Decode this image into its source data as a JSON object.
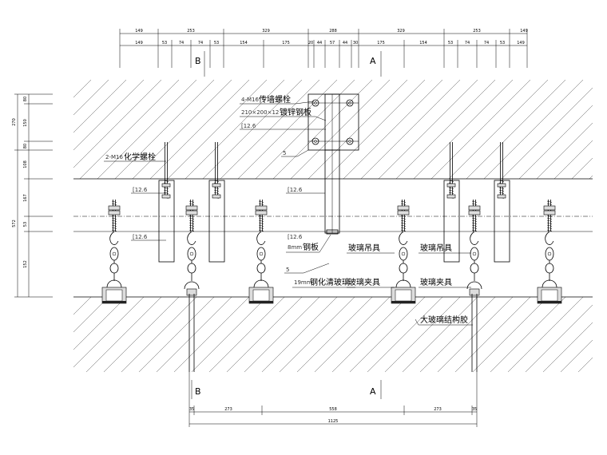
{
  "top_dims_row1": [
    "149",
    "253",
    "329",
    "288",
    "329",
    "253",
    "149"
  ],
  "top_dims_row2": [
    "149",
    "53",
    "74",
    "74",
    "53",
    "154",
    "175",
    "20",
    "44",
    "57",
    "44",
    "30",
    "175",
    "154",
    "53",
    "74",
    "74",
    "53",
    "149"
  ],
  "left_dims": [
    "80",
    "150",
    "80",
    "108",
    "167",
    "53",
    "152"
  ],
  "left_totals": [
    "270",
    "572"
  ],
  "bottom_dims": [
    "35",
    "273",
    "558",
    "273",
    "35"
  ],
  "bottom_total": "1125",
  "refs": {
    "b_top": "B",
    "a_top": "A",
    "b_bottom": "B",
    "a_bottom": "A"
  },
  "labels": {
    "wall_bolt_prefix": "4-M16",
    "wall_bolt": "传墙螺栓",
    "plate_spec": "210×200×12",
    "plate_name": "镀锌钢板",
    "channel_top": "[12.6",
    "weld_top": "5",
    "chem_bolt_prefix": "2-M16",
    "chem_bolt": "化学螺栓",
    "channel_left1": "[12.6",
    "channel_mid": "[12.6",
    "channel_left2": "[12.6",
    "channel_steel": "[12.6",
    "steel_plate_prefix": "8mm",
    "steel_plate": "钢板",
    "weld_low": "5",
    "glass_prefix": "19mm",
    "glass": "钢化清玻璃",
    "hanger_left": "玻璃吊具",
    "hanger_right": "玻璃吊具",
    "clamp_left": "玻璃夹具",
    "clamp_right": "玻璃夹具",
    "glue": "大玻璃结构胶"
  }
}
